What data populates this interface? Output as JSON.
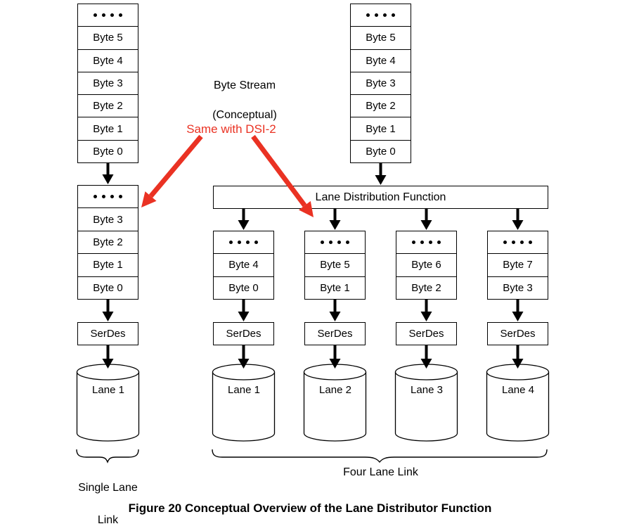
{
  "figure": {
    "caption": "Figure 20 Conceptual Overview of the Lane Distributor Function"
  },
  "annotations": {
    "byte_stream_line1": "Byte Stream",
    "byte_stream_line2": "(Conceptual)",
    "dsi2_note": "Same with DSI-2"
  },
  "single_lane": {
    "source_stack_cells": [
      "Byte 5",
      "Byte 4",
      "Byte 3",
      "Byte 2",
      "Byte 1",
      "Byte 0"
    ],
    "buffer_stack_cells": [
      "Byte 3",
      "Byte 2",
      "Byte 1",
      "Byte 0"
    ],
    "serdes_label": "SerDes",
    "lane_label": "Lane 1",
    "link_label_line1": "Single Lane",
    "link_label_line2": "Link"
  },
  "four_lane": {
    "source_stack_cells": [
      "Byte 5",
      "Byte 4",
      "Byte 3",
      "Byte 2",
      "Byte 1",
      "Byte 0"
    ],
    "distribution_label": "Lane Distribution Function",
    "branches": [
      {
        "stack_cells": [
          "Byte 4",
          "Byte 0"
        ],
        "serdes_label": "SerDes",
        "lane_label": "Lane 1"
      },
      {
        "stack_cells": [
          "Byte 5",
          "Byte 1"
        ],
        "serdes_label": "SerDes",
        "lane_label": "Lane 2"
      },
      {
        "stack_cells": [
          "Byte 6",
          "Byte 2"
        ],
        "serdes_label": "SerDes",
        "lane_label": "Lane 3"
      },
      {
        "stack_cells": [
          "Byte 7",
          "Byte 3"
        ],
        "serdes_label": "SerDes",
        "lane_label": "Lane 4"
      }
    ],
    "link_label": "Four Lane Link"
  },
  "icons": {
    "continuation": "ellipsis-dots",
    "arrows": "down-arrow",
    "lane_symbol": "cylinder"
  },
  "colors": {
    "line": "#000000",
    "annotation_red": "#ea3223",
    "background": "#ffffff"
  }
}
